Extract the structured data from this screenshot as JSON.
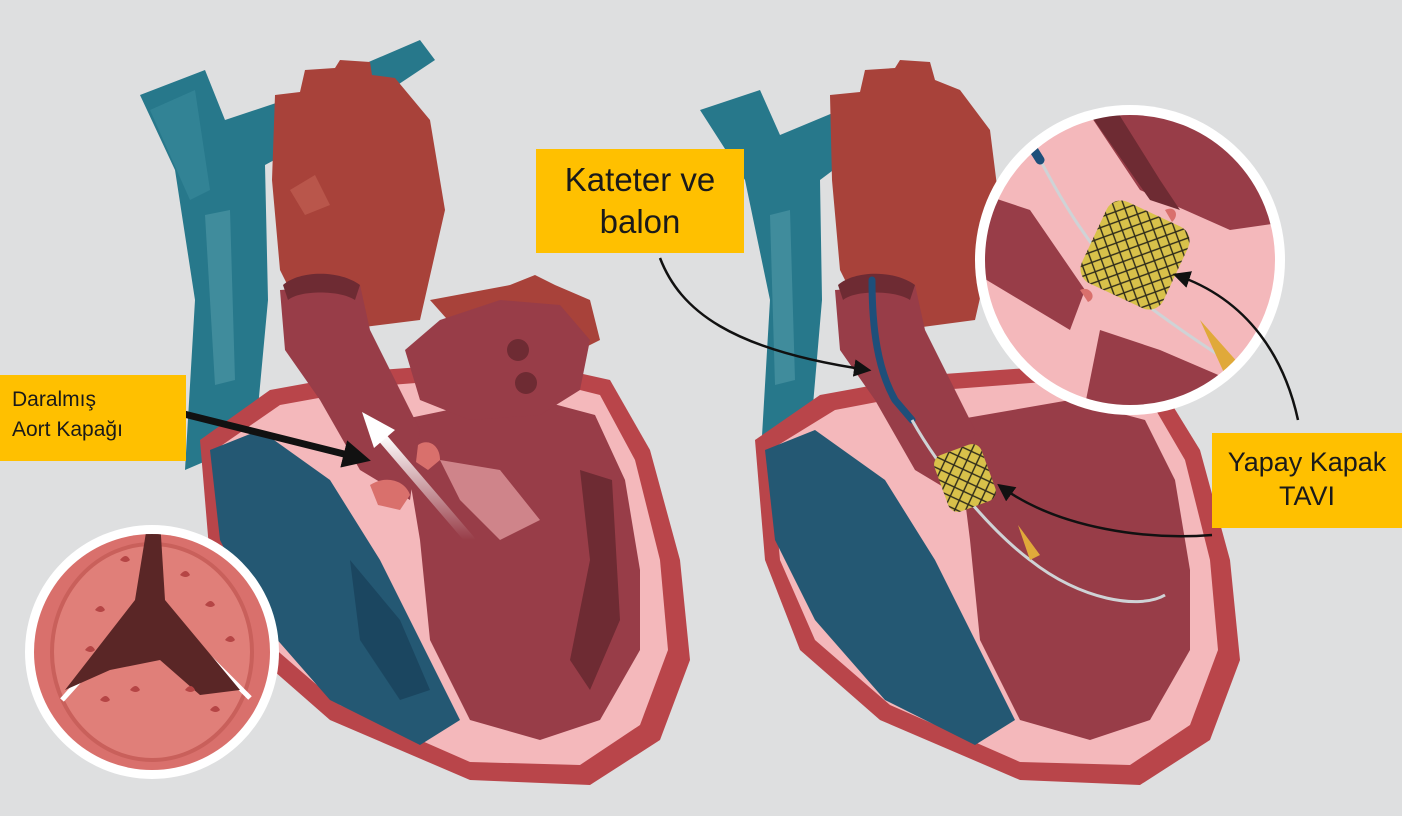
{
  "labels": {
    "stenosis": {
      "line1": "Daralmış",
      "line2": "Aort Kapağı"
    },
    "catheter": {
      "line1": "Kateter ve",
      "line2": "balon"
    },
    "prosthetic": {
      "line1": "Yapay Kapak",
      "line2": "TAVI"
    }
  },
  "colors": {
    "background": "#dedfe0",
    "label_fill": "#ffc000",
    "vein_blue": "#27788b",
    "deep_blue": "#245873",
    "muscle_red": "#983d48",
    "aorta_red": "#a8423a",
    "pink_wall": "#f4b8bb",
    "valve_red": "#d9706c",
    "stent_gold": "#d8c14a"
  },
  "icons": [
    "heart-before-illustration",
    "heart-after-illustration",
    "valve-cross-section-inset",
    "tavi-zoom-inset"
  ]
}
